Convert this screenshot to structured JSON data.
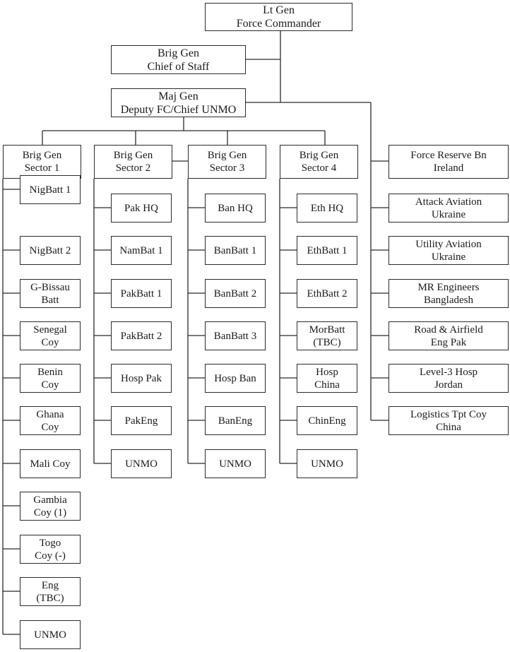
{
  "chart": {
    "force_commander": [
      "Lt Gen",
      "Force Commander"
    ],
    "chief_of_staff": [
      "Brig Gen",
      "Chief of Staff"
    ],
    "deputy_fc": [
      "Maj Gen",
      "Deputy FC/Chief UNMO"
    ],
    "sectors": [
      {
        "title": [
          "Brig Gen",
          "Sector 1"
        ],
        "units": [
          [
            "NigBatt 1"
          ],
          [
            "NigBatt 2"
          ],
          [
            "G-Bissau",
            "Batt"
          ],
          [
            "Senegal",
            "Coy"
          ],
          [
            "Benin",
            "Coy"
          ],
          [
            "Ghana",
            "Coy"
          ],
          [
            "Mali Coy"
          ],
          [
            "Gambia",
            "Coy (1)"
          ],
          [
            "Togo",
            "Coy (-)"
          ],
          [
            "Eng",
            "(TBC)"
          ],
          [
            "UNMO"
          ]
        ]
      },
      {
        "title": [
          "Brig Gen",
          "Sector 2"
        ],
        "units": [
          [
            "Pak HQ"
          ],
          [
            "NamBat 1"
          ],
          [
            "PakBatt 1"
          ],
          [
            "PakBatt 2"
          ],
          [
            "Hosp Pak"
          ],
          [
            "PakEng"
          ],
          [
            "UNMO"
          ]
        ]
      },
      {
        "title": [
          "Brig Gen",
          "Sector 3"
        ],
        "units": [
          [
            "Ban HQ"
          ],
          [
            "BanBatt 1"
          ],
          [
            "BanBatt 2"
          ],
          [
            "BanBatt 3"
          ],
          [
            "Hosp Ban"
          ],
          [
            "BanEng"
          ],
          [
            "UNMO"
          ]
        ]
      },
      {
        "title": [
          "Brig Gen",
          "Sector 4"
        ],
        "units": [
          [
            "Eth HQ"
          ],
          [
            "EthBatt 1"
          ],
          [
            "EthBatt 2"
          ],
          [
            "MorBatt",
            "(TBC)"
          ],
          [
            "Hosp",
            "China"
          ],
          [
            "ChinEng"
          ],
          [
            "UNMO"
          ]
        ]
      }
    ],
    "force_units": [
      [
        "Force Reserve Bn",
        "Ireland"
      ],
      [
        "Attack Aviation",
        "Ukraine"
      ],
      [
        "Utility Aviation",
        "Ukraine"
      ],
      [
        "MR Engineers",
        "Bangladesh"
      ],
      [
        "Road & Airfield",
        "Eng Pak"
      ],
      [
        "Level-3 Hosp",
        "Jordan"
      ],
      [
        "Logistics Tpt Coy",
        "China"
      ]
    ]
  }
}
